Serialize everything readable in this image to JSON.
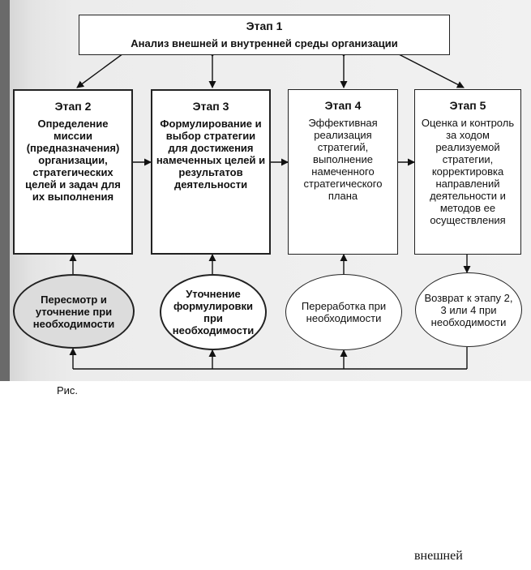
{
  "stage1": {
    "label": "Этап 1",
    "text": "Анализ внешней и внутренней среды организации"
  },
  "stages": [
    {
      "label": "Этап 2",
      "text": "Определение миссии (предназначения) организации, стратегических целей и задач для их выполнения"
    },
    {
      "label": "Этап 3",
      "text": "Формулирование и выбор стратегии для достижения намеченных целей и результатов деятельности"
    },
    {
      "label": "Этап 4",
      "text": "Эффективная реализация стратегий, выполнение намеченного стратегического плана"
    },
    {
      "label": "Этап 5",
      "text": "Оценка и контроль за ходом реализуемой стратегии, корректировка направлений деятельности и методов ее осуществления"
    }
  ],
  "feedback": [
    "Пересмотр и уточнение при необходимости",
    "Уточнение формулировки при необходимости",
    "Переработка при необходимости",
    "Возврат к этапу 2, 3 или 4 при необходимости"
  ],
  "caption": "Рис.",
  "stray_text": "внешней"
}
